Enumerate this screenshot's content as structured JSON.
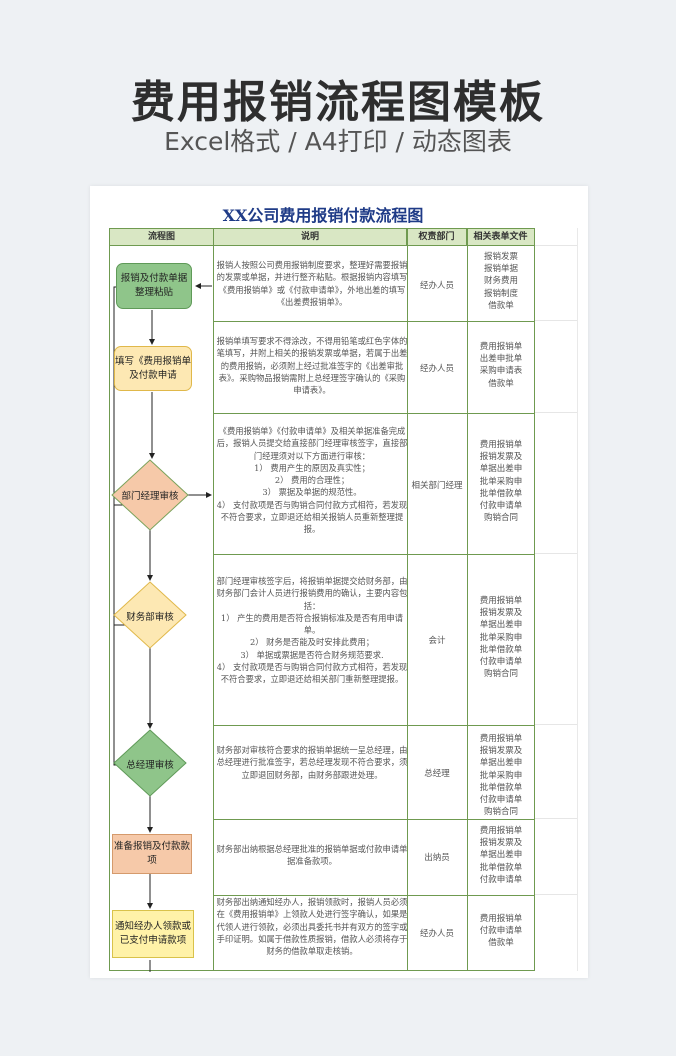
{
  "hero": {
    "title": "费用报销流程图模板",
    "subtitle": "Excel格式 / A4打印 / 动态图表"
  },
  "document": {
    "title": "XX公司费用报销付款流程图",
    "headers": [
      "流程图",
      "说明",
      "权责部门",
      "相关表单文件"
    ]
  },
  "flow": {
    "step1": "报销及付款单据整理粘贴",
    "step2": "填写《费用报销单及付款申请",
    "step3": "部门经理审核",
    "step4": "财务部审核",
    "step5": "总经理审核",
    "step6": "准备报销及付款款项",
    "step7": "通知经办人领款或已支付申请款项"
  },
  "rows": [
    {
      "desc": "报销人按照公司费用报销制度要求，整理好需要报销的发票或单据，并进行整齐粘贴。根据报销内容填写《费用报销单》或《付款申请单》，外地出差的填写《出差费报销单》。",
      "dept": "经办人员",
      "forms": "报销发票\n报销单据\n财务费用\n报销制度\n借款单"
    },
    {
      "desc": "报销单填写要求不得涂改，不得用铅笔或红色字体的笔填写，并附上相关的报销发票或单据，若属于出差的费用报销，必须附上经过批准签字的《出差审批表》。采购物品报销需附上总经理签字确认的《采购申请表》。",
      "dept": "经办人员",
      "forms": "费用报销单\n出差申批单\n采购申请表\n借款单"
    },
    {
      "desc": "《费用报销单》《付款申请单》及相关单据准备完成后，报销人员提交给直接部门经理审核签字，直接部门经理须对以下方面进行审核：\n1） 费用产生的原因及真实性；\n2） 费用的合理性；\n3） 票据及单据的规范性。\n4） 支付款项是否与购销合同付款方式相符，若发现不符合要求，立即退还给相关报销人员重新整理提报。",
      "dept": "相关部门经理",
      "forms": "费用报销单\n报销发票及\n单据出差申\n批单采购申\n批单借款单\n付款申请单\n购销合同"
    },
    {
      "desc": "部门经理审核签字后，将报销单据提交给财务部，由财务部门会计人员进行报销费用的确认，主要内容包括：\n1） 产生的费用是否符合报销标准及是否有用申请单。\n2） 财务是否能及时安排此费用；\n3） 单据或票据是否符合财务规范要求.\n4） 支付款项是否与购销合同付款方式相符，若发现不符合要求，立即退还给相关部门重新整理提报。",
      "dept": "会计",
      "forms": "费用报销单\n报销发票及\n单据出差申\n批单采购申\n批单借款单\n付款申请单\n购销合同"
    },
    {
      "desc": "财务部对审核符合要求的报销单据统一呈总经理，由总经理进行批准签字，若总经理发现不符合要求，须立即退回财务部，由财务部跟进处理。",
      "dept": "总经理",
      "forms": "费用报销单\n报销发票及\n单据出差申\n批单采购申\n批单借款单\n付款申请单\n购销合同"
    },
    {
      "desc": "财务部出纳根据总经理批准的报销单据或付款申请单据准备款项。",
      "dept": "出纳员",
      "forms": "费用报销单\n报销发票及\n单据出差申\n批单借款单\n付款申请单"
    },
    {
      "desc": "财务部出纳通知经办人，报销领款时，报销人员必须在《费用报销单》上领款人处进行签字确认，如果是代领人进行领款，必须出具委托书并有双方的签字或手印证明。如属于借款性质报销，借款人必须将存于财务的借款单取走核销。",
      "dept": "经办人员",
      "forms": "费用报销单\n付款申请单\n借款单"
    }
  ],
  "colors": {
    "tableBorder": "#6f9a50",
    "headerFill": "#d9e7c4",
    "greenBox": "#8fc58a",
    "yellowBox": "#fde8b3",
    "diamondPeach": "#f6c9a9",
    "diamondYellow": "#fde8b3",
    "diamondGreen": "#8fc58a",
    "boxPeach": "#f6c9a9",
    "boxYellow": "#fff2a8",
    "docTitle": "#1f3b87"
  }
}
